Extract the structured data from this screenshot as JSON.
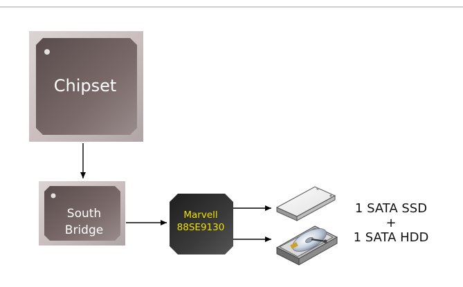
{
  "chipset": {
    "label": "Chipset"
  },
  "south_bridge": {
    "line1": "South",
    "line2": "Bridge"
  },
  "controller": {
    "line1": "Marvell",
    "line2": "88SE9130"
  },
  "storage": {
    "line1": "1 SATA SSD",
    "line2": "+",
    "line3": "1 SATA HDD"
  },
  "colors": {
    "chip_fill": "#6e5f5f",
    "chip_frame": "#cfc5c5",
    "controller_fill": "#2d2d2d",
    "controller_text": "#f1e200",
    "arrow": "#000000"
  },
  "icons": {
    "ssd": "ssd-drive-icon",
    "hdd": "hard-disk-drive-icon"
  }
}
